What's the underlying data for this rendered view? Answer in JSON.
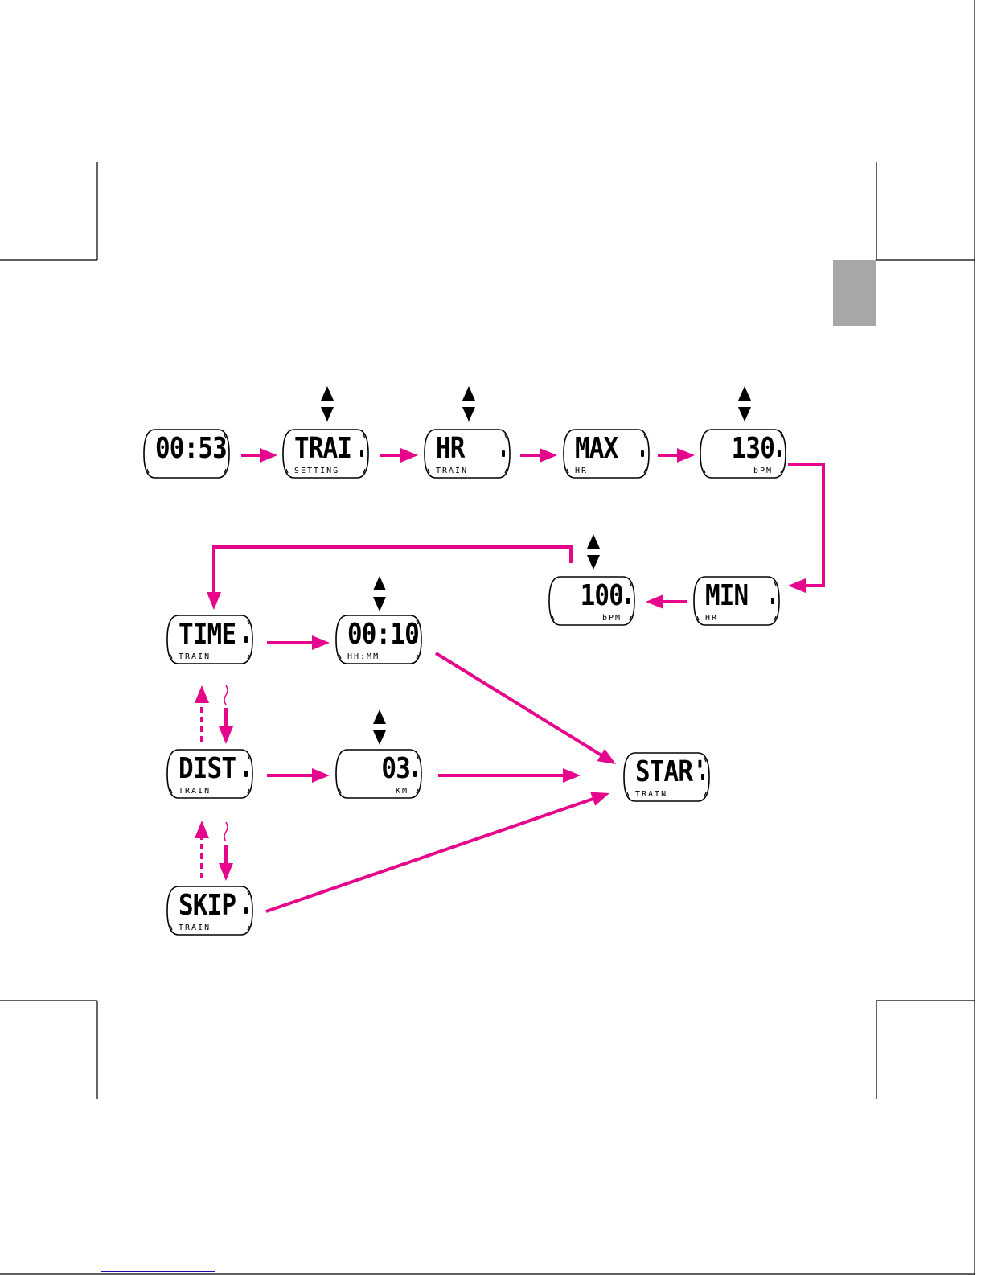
{
  "colors": {
    "arrow": "#e6068c",
    "outline": "#000000",
    "tab": "#a7a7a7"
  },
  "screens": {
    "time_of_day": {
      "main": "00:53",
      "sub": ""
    },
    "training_setting": {
      "main": "TRAI",
      "sub": "SETTING"
    },
    "hr_train": {
      "main": "HR",
      "sub": "TRAIN"
    },
    "max_hr": {
      "main": "MAX",
      "sub": "HR"
    },
    "max_bpm": {
      "main": "130",
      "sub": "bPM"
    },
    "min_hr": {
      "main": "MIN",
      "sub": "HR"
    },
    "min_bpm": {
      "main": "100",
      "sub": "bPM"
    },
    "time_train": {
      "main": "TIME",
      "sub": "TRAIN"
    },
    "time_value": {
      "main": "00:10",
      "sub": "HH:MM"
    },
    "dist_train": {
      "main": "DIST",
      "sub": "TRAIN"
    },
    "dist_value": {
      "main": "03",
      "sub": "KM"
    },
    "skip_train": {
      "main": "SKIP",
      "sub": "TRAIN"
    },
    "start_train": {
      "main": "STAR'",
      "sub": "TRAIN"
    }
  },
  "icons": {
    "adjust": "up-down-arrow-icon",
    "scroll": "dashed-up-arrow-icon",
    "hold": "wavy-down-arrow-icon"
  }
}
